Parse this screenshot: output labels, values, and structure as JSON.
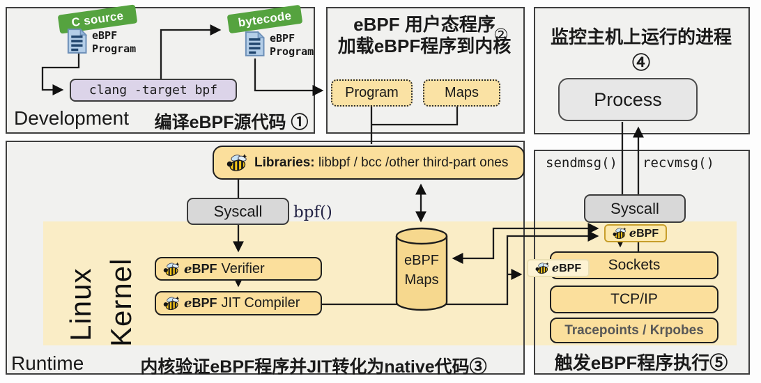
{
  "colors": {
    "panel_bg": "#f1f1ef",
    "kernel_band": "#faedc6",
    "amber_box": "#fbdf9c",
    "cylinder": "#f6d88e",
    "clang_purple": "#dcd4e9",
    "ribbon_green": "#55a33f",
    "gray_box": "#d8d8d8",
    "badge_border": "#c79e2b"
  },
  "dev": {
    "ribbon_source": "C source",
    "ribbon_bytecode": "bytecode",
    "prog1": {
      "l1": "eBPF",
      "l2": "Program"
    },
    "prog2": {
      "l1": "eBPF",
      "l2": "Program"
    },
    "clang_label": "clang -target bpf",
    "corner": "Development",
    "title": "编译eBPF源代码 ①"
  },
  "user": {
    "title1": "eBPF 用户态程序",
    "title2": "加载eBPF程序到内核",
    "step": "②",
    "program": "Program",
    "maps": "Maps"
  },
  "monitor": {
    "title": "监控主机上运行的进程 ④",
    "process": "Process"
  },
  "runtime": {
    "libraries_label": "Libraries:",
    "libraries_rest": " libbpf / bcc /other third-part ones",
    "syscall": "Syscall",
    "bpf_call": "bpf()",
    "kernel_line1": "Linux",
    "kernel_line2": "Kernel",
    "verifier_logo": "eBPF",
    "verifier": "Verifier",
    "jit_logo": "eBPF",
    "jit": "JIT Compiler",
    "maps_l1": "eBPF",
    "maps_l2": "Maps",
    "corner": "Runtime",
    "title": "内核验证eBPF程序并JIT转化为native代码③"
  },
  "trigger": {
    "sendmsg": "sendmsg()",
    "recvmsg": "recvmsg()",
    "syscall": "Syscall",
    "badge": "eBPF",
    "sockets": "Sockets",
    "sockets_badge": "eBPF",
    "tcpip": "TCP/IP",
    "tracepoints": "Tracepoints / Krpobes",
    "title": "触发eBPF程序执行⑤"
  }
}
